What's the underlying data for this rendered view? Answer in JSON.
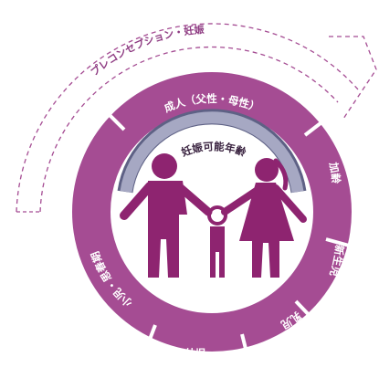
{
  "colors": {
    "ring": "#a54c93",
    "ring_dark": "#8e3b82",
    "band": "#a6a8c3",
    "band_edge": "#5e6185",
    "divider": "#ffffff",
    "outer_arrow": "#a54c93",
    "family_icon": "#8e2470"
  },
  "outer_label": "プレコンセプション・妊娠",
  "band_label": "妊娠可能年齢",
  "segments": {
    "adult": "成人（父性・母性）",
    "aging": "加齢",
    "newborn": "新生児",
    "infant": "乳児",
    "toddler": "幼児",
    "child": "小児・思春期"
  },
  "icon_names": {
    "family": "family-icon",
    "arrow": "dashed-cycle-arrow-icon"
  }
}
